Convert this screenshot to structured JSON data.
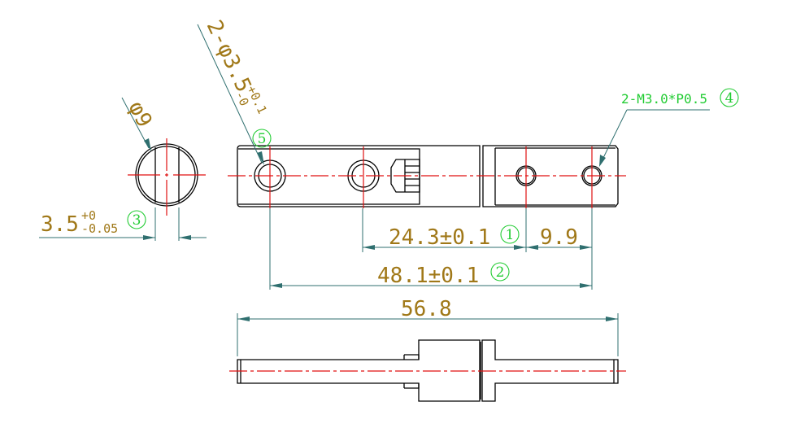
{
  "colors": {
    "outline": "#000000",
    "centerline": "#e01010",
    "dimension": "#2f6f6f",
    "dimension_text": "#a07818",
    "note": "#22cc33"
  },
  "dims": {
    "dia9": "φ9",
    "holes_main": "2-φ3.5",
    "holes_tol_upper": "+0.1",
    "holes_tol_lower": "-0",
    "flat_width": "3.5",
    "flat_tol_upper": "+0",
    "flat_tol_lower": "-0.05",
    "d1": "24.3±0.1",
    "d2": "9.9",
    "d3": "48.1±0.1",
    "d4": "56.8",
    "thread_note": "2-M3.0*P0.5"
  },
  "markers": {
    "m1": "1",
    "m2": "2",
    "m3": "3",
    "m4": "4",
    "m5": "5"
  }
}
